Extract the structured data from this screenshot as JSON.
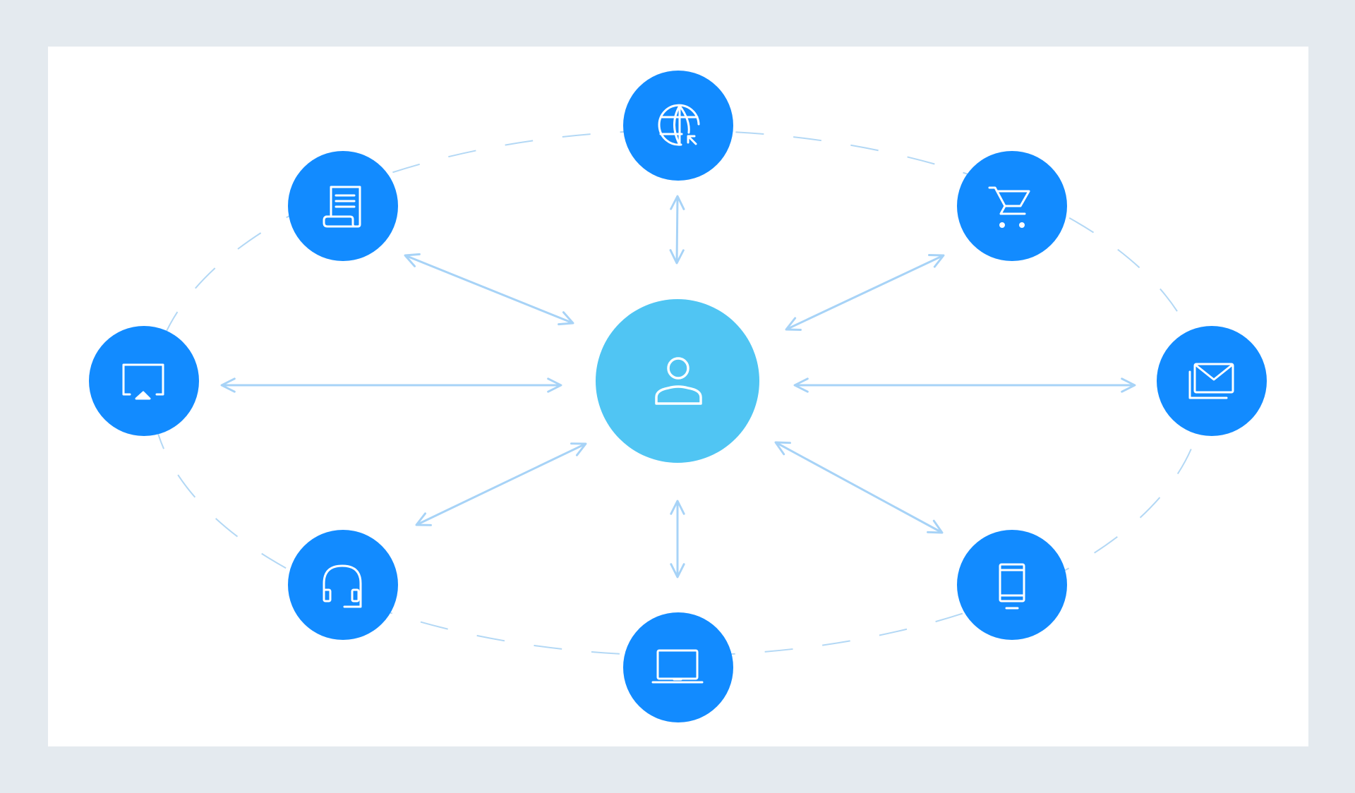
{
  "colors": {
    "page_background": "#e4eaef",
    "card_background": "#ffffff",
    "node_fill": "#128bff",
    "center_fill": "#50c5f3",
    "connector": "#a7d3f7",
    "dashed_orbit": "#b3d8f5",
    "icon_stroke": "#ffffff"
  },
  "diagram": {
    "center": {
      "icon": "user-icon"
    },
    "nodes": [
      {
        "id": "top",
        "icon": "globe-cursor-icon"
      },
      {
        "id": "top-right",
        "icon": "shopping-cart-icon"
      },
      {
        "id": "right",
        "icon": "mail-stack-icon"
      },
      {
        "id": "bottom-right",
        "icon": "mobile-phone-icon"
      },
      {
        "id": "bottom",
        "icon": "laptop-icon"
      },
      {
        "id": "bottom-left",
        "icon": "headset-icon"
      },
      {
        "id": "left",
        "icon": "airplay-screen-icon"
      },
      {
        "id": "top-left",
        "icon": "receipt-icon"
      }
    ]
  }
}
